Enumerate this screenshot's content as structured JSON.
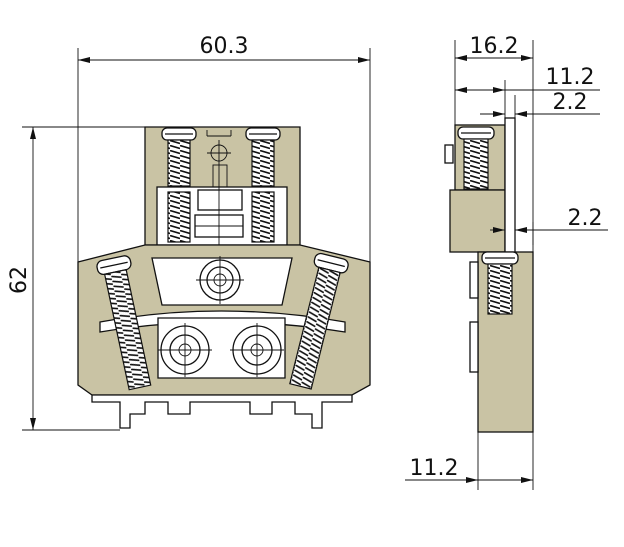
{
  "dimensions": {
    "front_width": "60.3",
    "front_height": "62",
    "side_width": "16.2",
    "side_offset": "11.2",
    "side_gap_top": "2.2",
    "side_gap_mid": "2.2",
    "side_base": "11.2"
  },
  "colors": {
    "body_fill": "#c9c3a4",
    "line": "#111111"
  }
}
